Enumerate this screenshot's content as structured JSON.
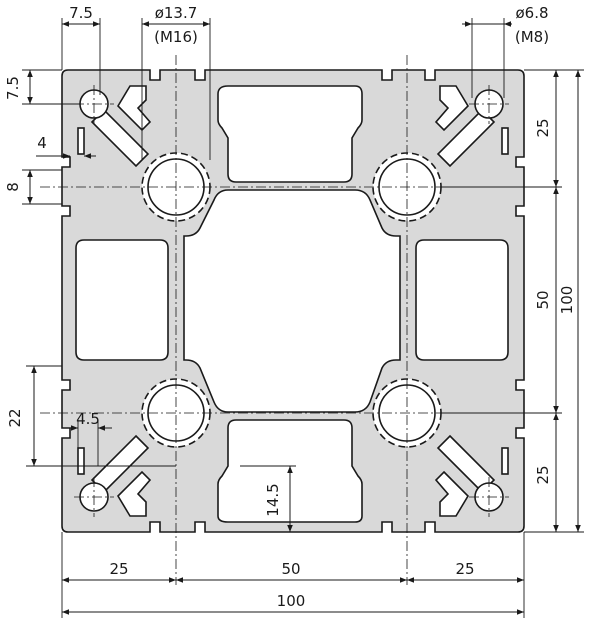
{
  "drawing": {
    "stroke_color": "#1a1a1a",
    "fill_color": "#d9d9d9",
    "labels": {
      "top_left_slot": "7.5",
      "large_bore_dia": "ø13.7",
      "large_bore_thread": "(M16)",
      "small_bore_dia": "ø6.8",
      "small_bore_thread": "(M8)",
      "left_top": "7.5",
      "left_slot_depth": "4",
      "left_slot_width": "8",
      "left_lower": "22",
      "left_lower_slot": "4.5",
      "center_depth": "14.5",
      "right_upper": "25",
      "right_mid": "50",
      "right_lower": "25",
      "right_total": "100",
      "bottom_left": "25",
      "bottom_mid": "50",
      "bottom_right": "25",
      "bottom_total": "100"
    }
  }
}
